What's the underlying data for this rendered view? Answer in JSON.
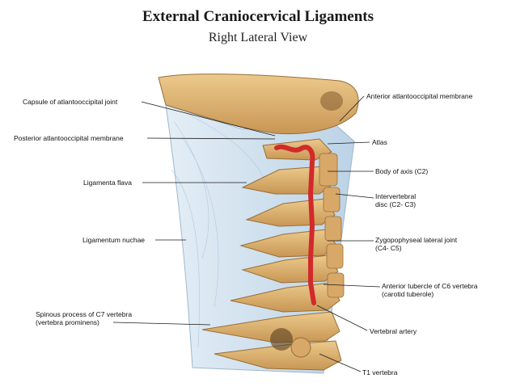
{
  "header": {
    "title": "External Craniocervical Ligaments",
    "subtitle": "Right Lateral View"
  },
  "labels": {
    "capsule_atlantooccipital": "Capsule of atlantooccipital joint",
    "posterior_membrane": "Posterior atlantooccipital membrane",
    "ligamenta_flava": "Ligamenta flava",
    "ligamentum_nuchae": "Ligamentum nuchae",
    "spinous_c7_line1": "Spinous process of C7 vertebra",
    "spinous_c7_line2": "(vertebra prominens)",
    "anterior_membrane": "Anterior atlantooccipital membrane",
    "atlas": "Atlas",
    "body_axis": "Body of axis (C2)",
    "disc_line1": "Intervertebral",
    "disc_line2": "disc (C2- C3)",
    "zygo_line1": "Zygopophyseal lateral joint",
    "zygo_line2": "(C4- C5)",
    "tubercle_line1": "Anterior tubercle of C6 vertebra",
    "tubercle_line2": "(carotid tuberole)",
    "vertebral_artery": "Vertebral artery",
    "t1": "T1 vertebra"
  },
  "colors": {
    "bone": "#e0b878",
    "bone_dark": "#b8884a",
    "membrane": "#cfe0ee",
    "artery": "#d22a2a",
    "leader": "#1a1a1a"
  }
}
